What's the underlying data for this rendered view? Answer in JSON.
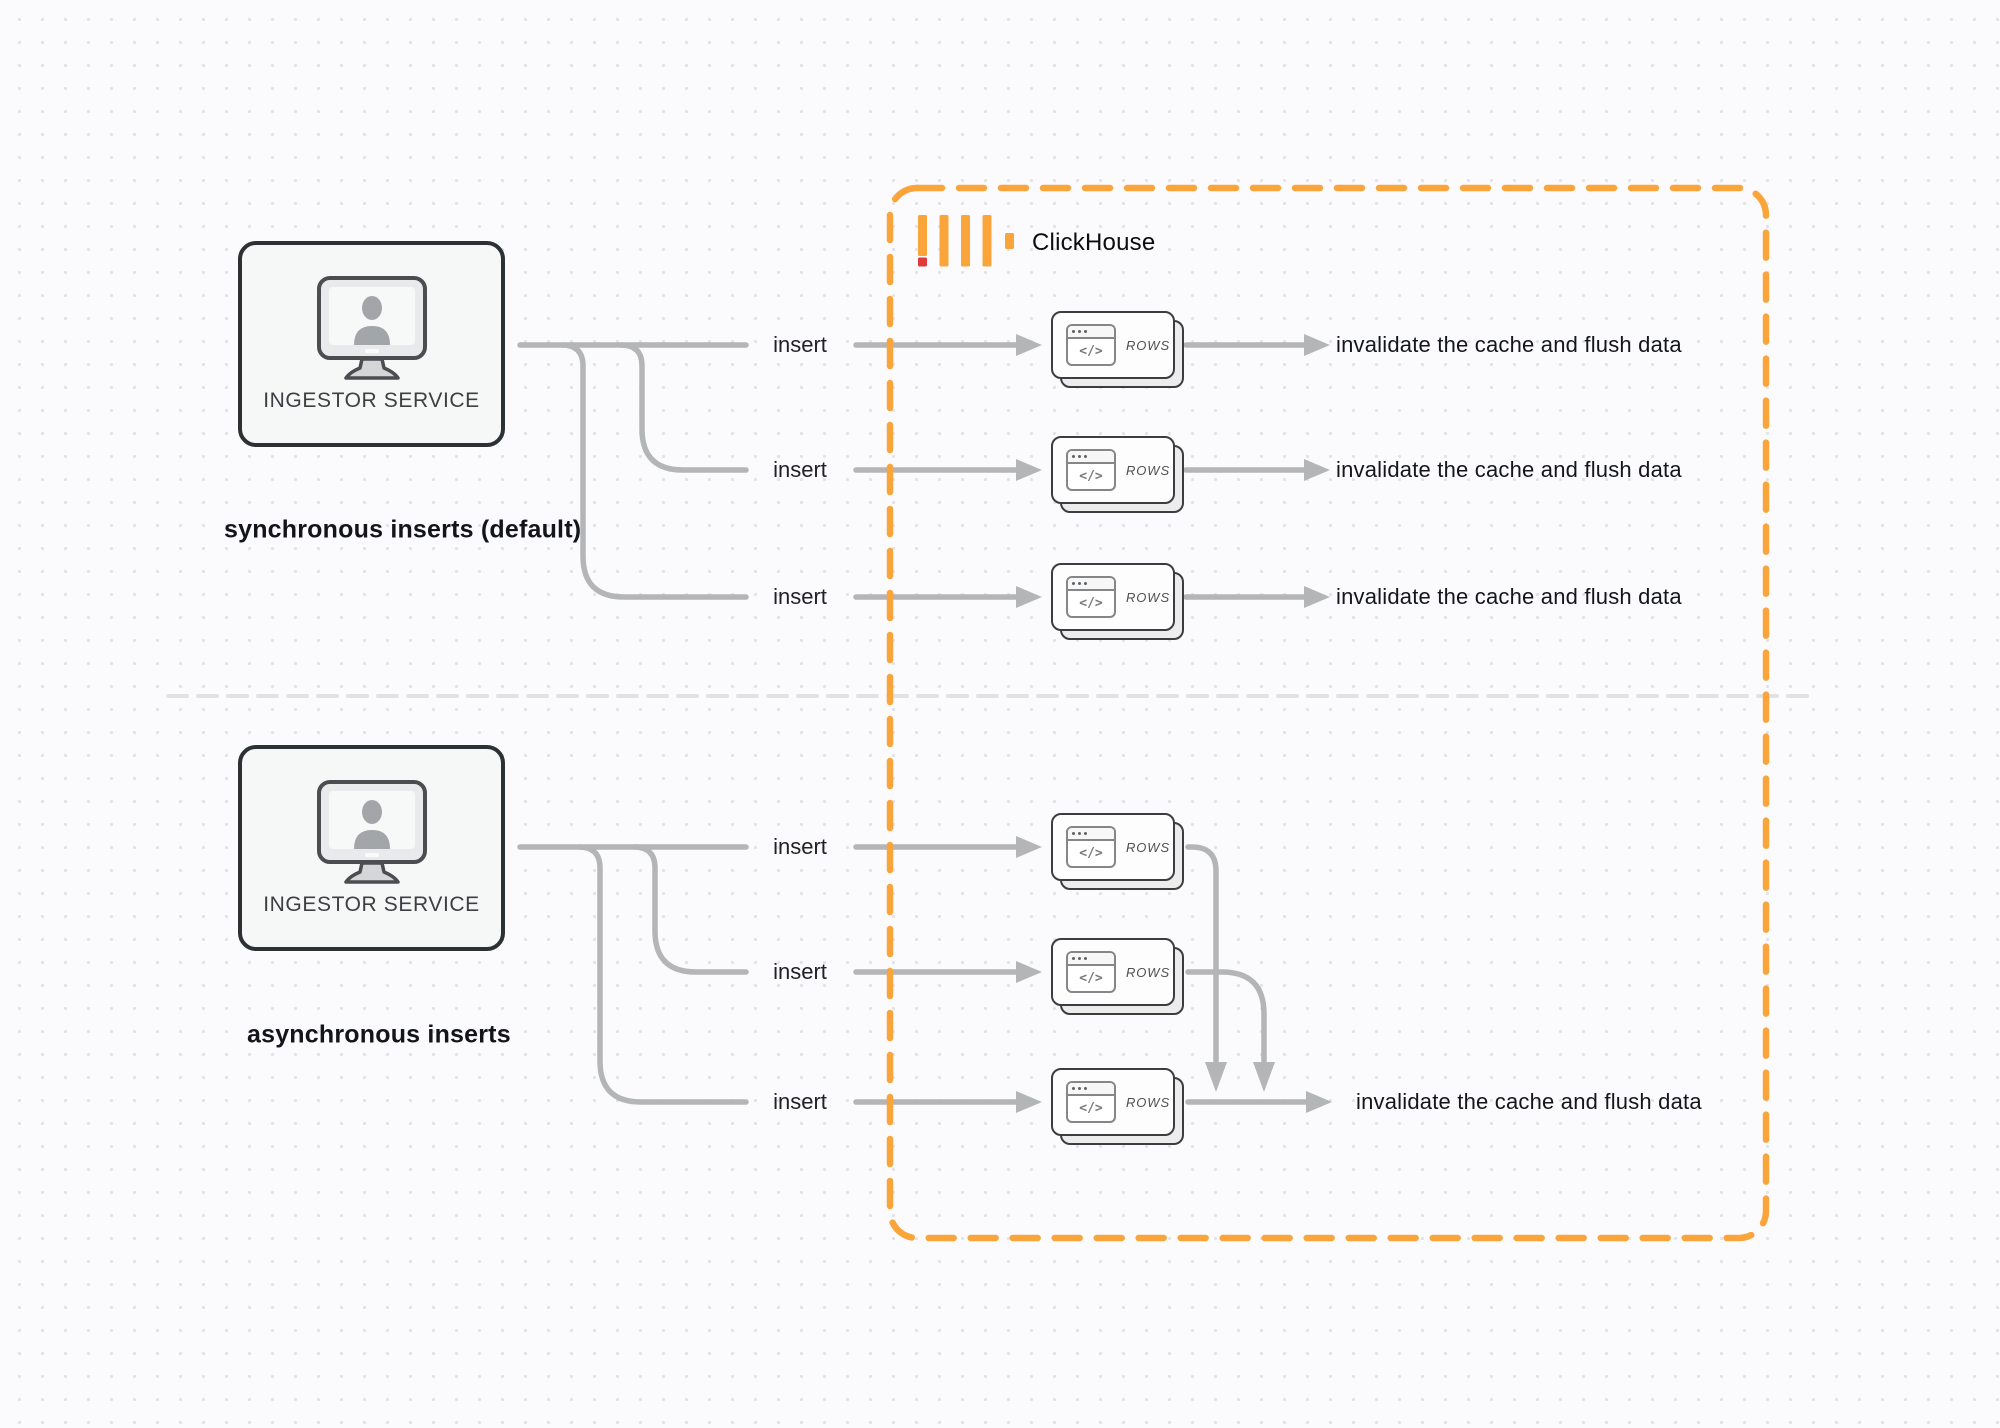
{
  "diagram": {
    "clickhouse_label": "ClickHouse",
    "icons": {
      "code_glyph": "</>",
      "logo_icon": "clickhouse-bars-icon",
      "service_icon": "monitor-user-icon",
      "rows_icon": "code-window-icon"
    },
    "sync_section": {
      "caption": "synchronous inserts (default)",
      "ingestor_label": "INGESTOR SERVICE",
      "rows": [
        {
          "insert_label": "insert",
          "rows_label": "ROWS",
          "outcome_label": "invalidate the cache and flush data"
        },
        {
          "insert_label": "insert",
          "rows_label": "ROWS",
          "outcome_label": "invalidate the cache and flush data"
        },
        {
          "insert_label": "insert",
          "rows_label": "ROWS",
          "outcome_label": "invalidate the cache and flush data"
        }
      ]
    },
    "async_section": {
      "caption": "asynchronous inserts",
      "ingestor_label": "INGESTOR SERVICE",
      "rows": [
        {
          "insert_label": "insert",
          "rows_label": "ROWS"
        },
        {
          "insert_label": "insert",
          "rows_label": "ROWS"
        },
        {
          "insert_label": "insert",
          "rows_label": "ROWS"
        }
      ],
      "outcome_label": "invalidate the cache and flush data"
    },
    "colors": {
      "accent_orange": "#F9A53C",
      "logo_red": "#E03A3A",
      "connector_gray": "#b4b5b7",
      "divider_gray": "#e2e2e4",
      "box_border_dark": "#2e3134"
    }
  }
}
